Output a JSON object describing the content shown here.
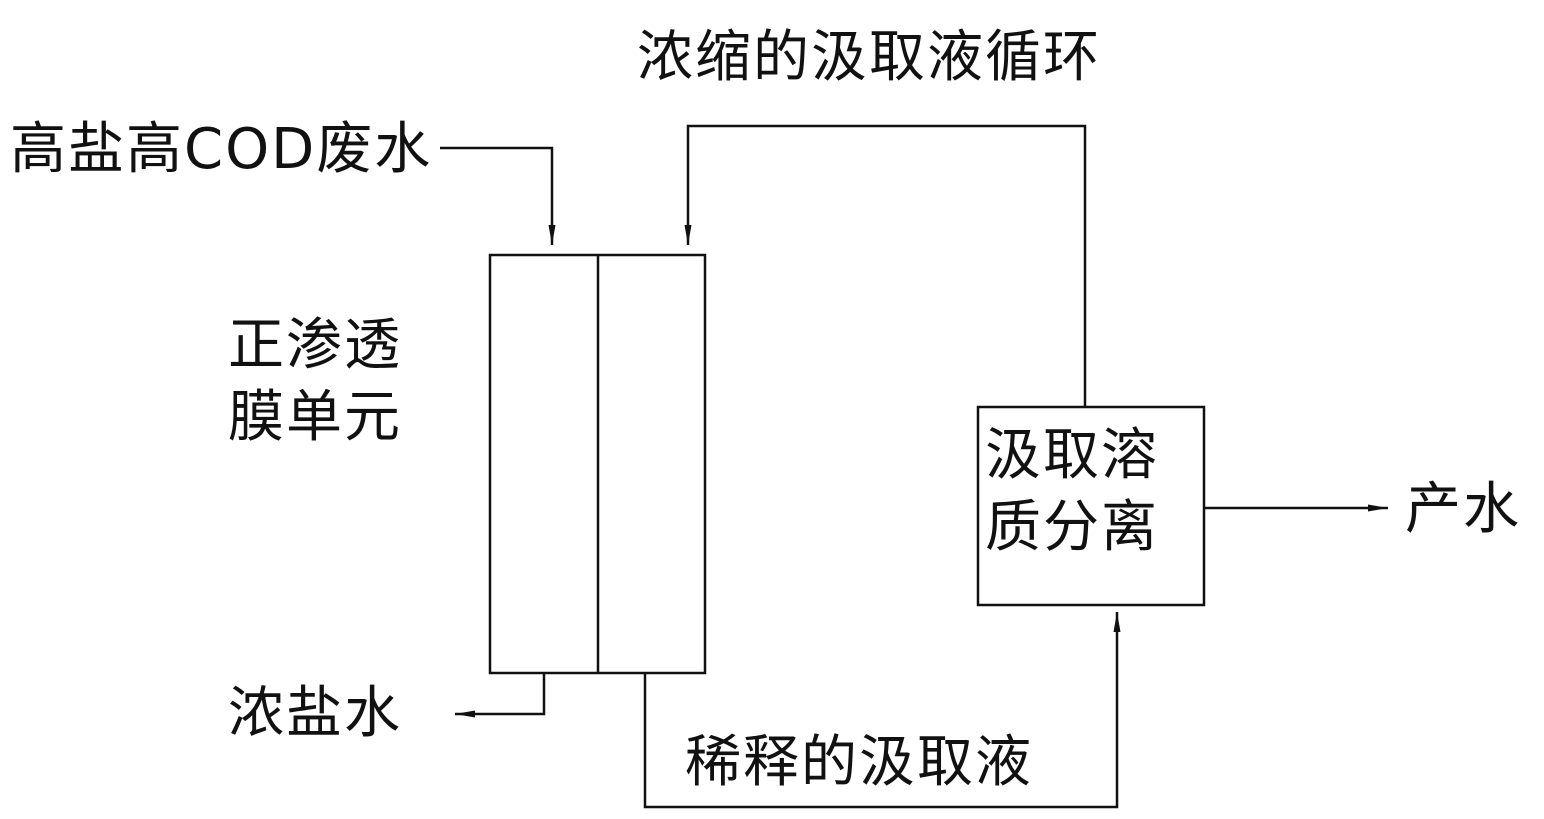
{
  "labels": {
    "recycle": "浓缩的汲取液循环",
    "feed": "高盐高COD废水",
    "membrane_line1": "正渗透",
    "membrane_line2": "膜单元",
    "separator_line1": "汲取溶",
    "separator_line2": "质分离",
    "product": "产水",
    "brine": "浓盐水",
    "diluted": "稀释的汲取液"
  },
  "colors": {
    "line": "#111111",
    "background": "#ffffff"
  }
}
